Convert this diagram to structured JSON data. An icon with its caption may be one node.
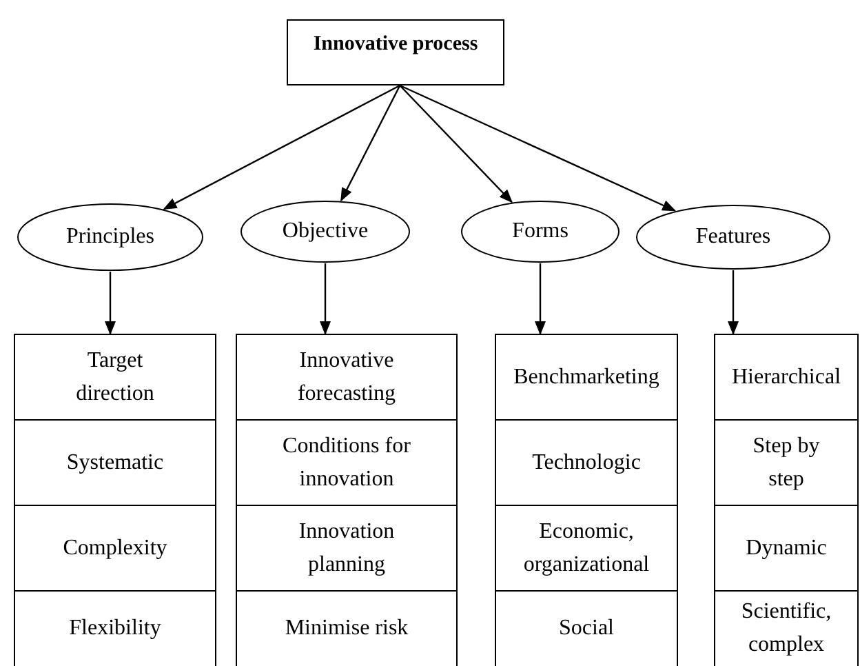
{
  "diagram": {
    "nodes": [
      {
        "text": [
          "Innovative process"
        ]
      },
      {
        "text": [
          "Principles"
        ]
      },
      {
        "text": [
          "Objective"
        ]
      },
      {
        "text": [
          "Forms"
        ]
      },
      {
        "text": [
          "Features"
        ]
      },
      {
        "text": [],
        "shape": "box"
      },
      {
        "text": [
          "Target direction"
        ],
        "in": 5
      },
      {
        "text": [
          "Systematic"
        ],
        "in": 5
      },
      {
        "text": [
          "Complexity"
        ],
        "in": 5
      },
      {
        "text": [
          "Flexibility"
        ],
        "in": 5
      },
      {
        "text": [],
        "shape": "box"
      },
      {
        "text": [
          "Innovative forecasting"
        ],
        "in": 10
      },
      {
        "text": [
          "Conditions for innovation"
        ],
        "in": 10
      },
      {
        "text": [
          "Innovation planning"
        ],
        "in": 10
      },
      {
        "text": [
          "Minimise risk"
        ],
        "in": 10
      },
      {
        "text": [],
        "shape": "box"
      },
      {
        "text": [
          "Benchmarketing"
        ],
        "in": 15
      },
      {
        "text": [
          "Technologic"
        ],
        "in": 15
      },
      {
        "text": [
          "Economic, organizational"
        ],
        "in": 15
      },
      {
        "text": [
          "Social"
        ],
        "in": 15
      },
      {
        "text": [],
        "shape": "box"
      },
      {
        "text": [
          "Hierarchical"
        ],
        "in": 20
      },
      {
        "text": [
          "Step by step"
        ],
        "in": 20
      },
      {
        "text": [
          "Dynamic"
        ],
        "in": 20
      },
      {
        "text": [
          "Scientific, complex"
        ],
        "in": 20
      }
    ],
    "edges": [
      {
        "from": 0,
        "to": 1,
        "arrow": "to"
      },
      {
        "from": 0,
        "to": 2,
        "arrow": "to"
      },
      {
        "from": 0,
        "to": 3,
        "arrow": "to"
      },
      {
        "from": 0,
        "to": 4,
        "arrow": "to"
      },
      {
        "from": 1,
        "to": 5,
        "arrow": "to"
      },
      {
        "from": 2,
        "to": 10,
        "arrow": "to"
      },
      {
        "from": 3,
        "to": 15,
        "arrow": "to"
      },
      {
        "from": 4,
        "to": 20,
        "arrow": "to"
      }
    ]
  }
}
